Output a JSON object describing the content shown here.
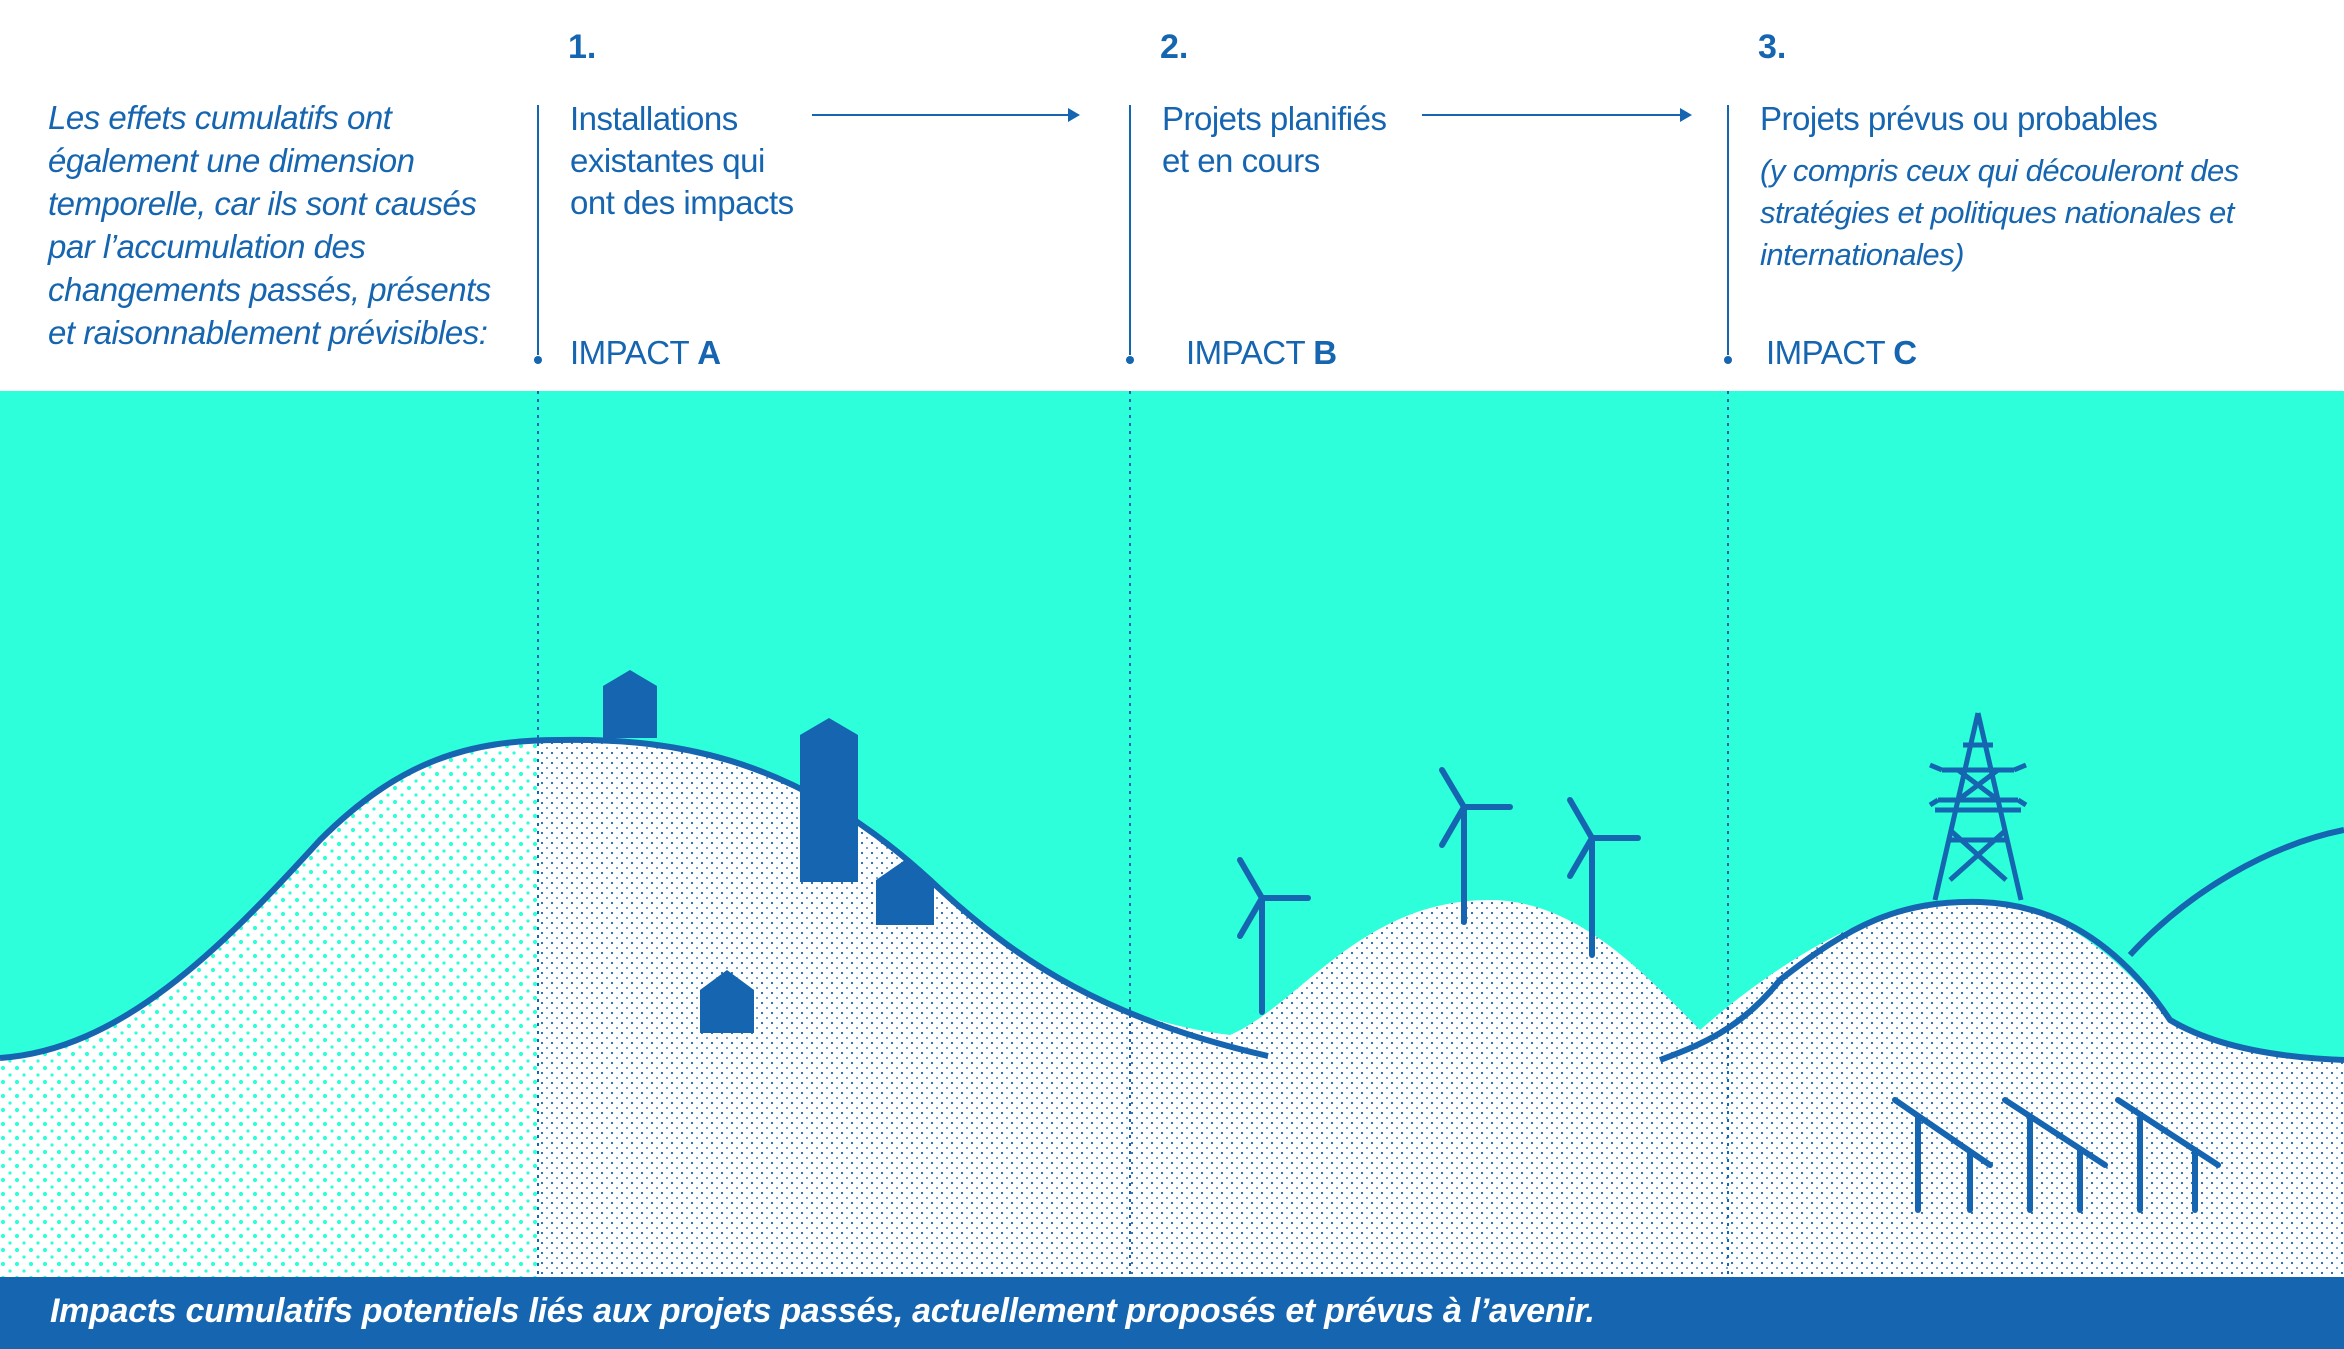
{
  "intro_text": "Les effets cumulatifs ont également une dimension temporelle, car ils sont causés par l’accumulation des changements passés, présents et raisonnablement prévisibles:",
  "stages": [
    {
      "number": "1.",
      "title": "Installations existantes qui ont des impacts",
      "impact_prefix": "IMPACT ",
      "impact_letter": "A"
    },
    {
      "number": "2.",
      "title": "Projets planifiés et en cours",
      "impact_prefix": "IMPACT ",
      "impact_letter": "B"
    },
    {
      "number": "3.",
      "title": "Projets prévus ou probables",
      "note": "(y compris ceux qui découleront des stratégies et politiques nationales et internationales)",
      "impact_prefix": "IMPACT ",
      "impact_letter": "C"
    }
  ],
  "caption": "Impacts cumulatifs potentiels liés aux projets passés, actuellement proposés et prévus à l’avenir.",
  "colors": {
    "sky": "#2cffd9",
    "primary": "#1565b0",
    "ground": "#ffffff"
  },
  "icons": [
    "house-icon",
    "silo-icon",
    "wind-turbine-icon",
    "power-pylon-icon",
    "solar-panel-icon"
  ]
}
